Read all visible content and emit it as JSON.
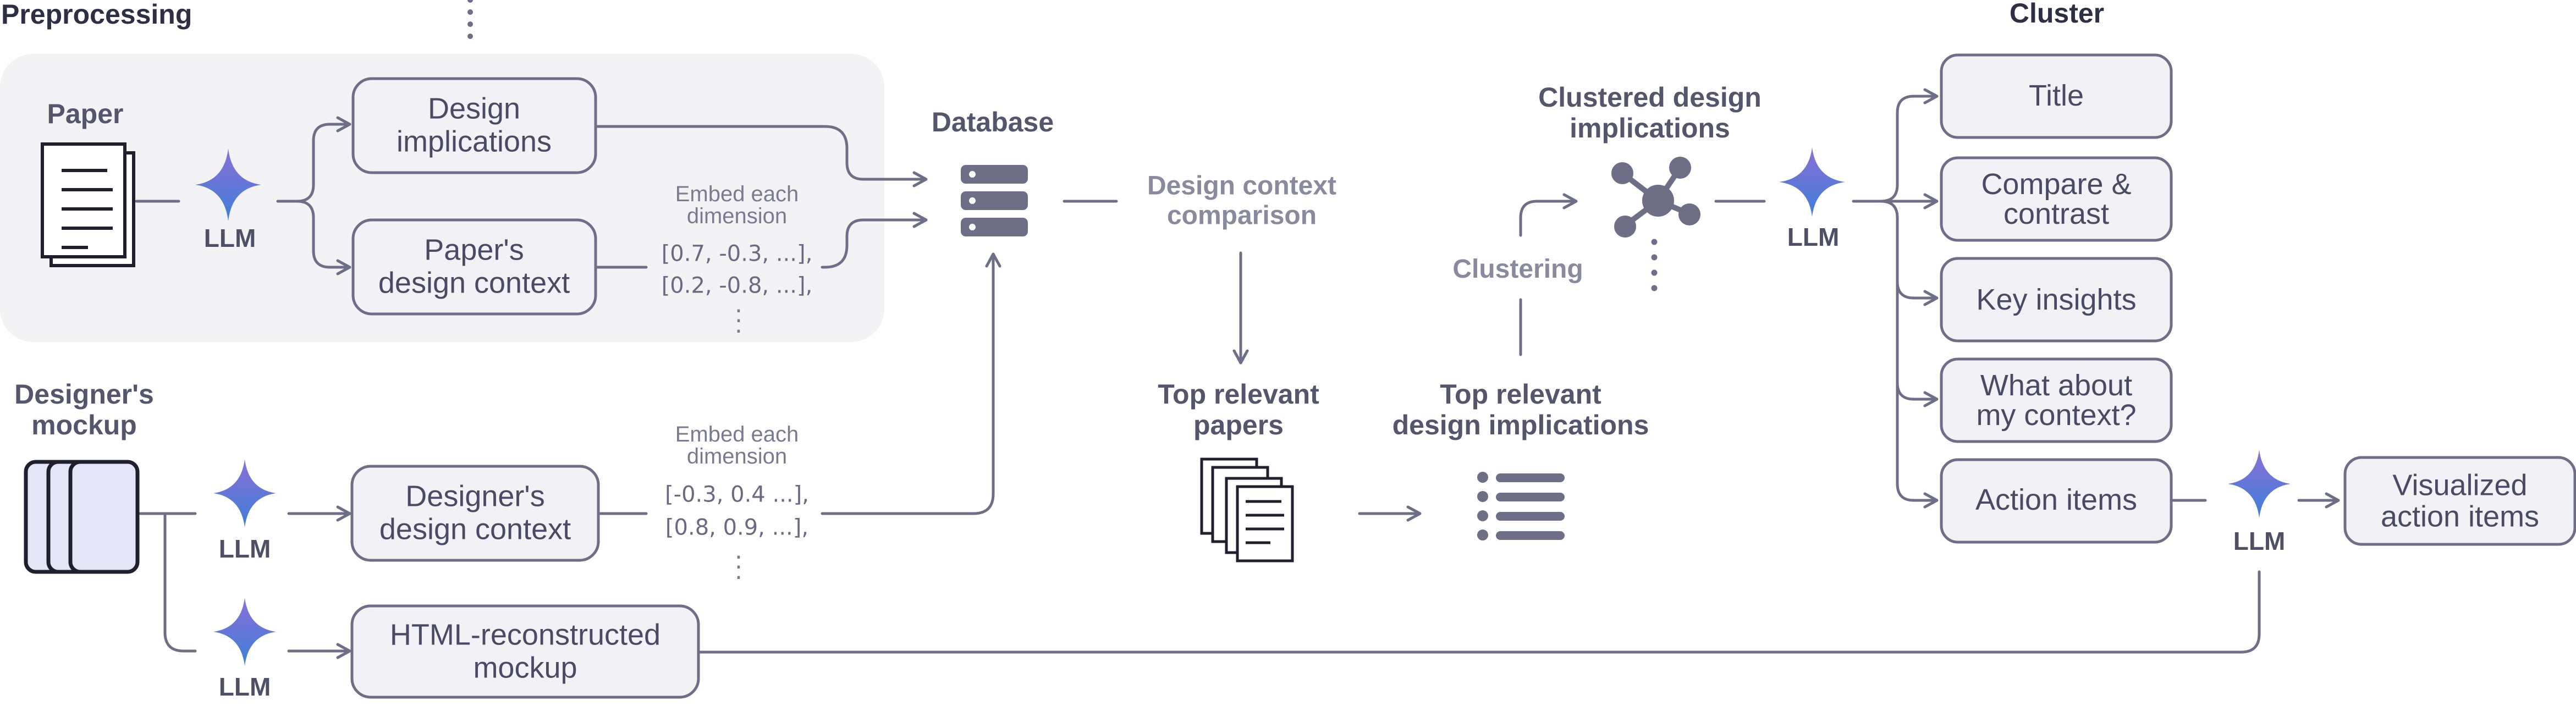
{
  "sections": {
    "preprocessing": "Preprocessing",
    "cluster": "Cluster"
  },
  "inputs": {
    "paper": "Paper",
    "designer_mockup": "Designer's\nmockup"
  },
  "llm_label": "LLM",
  "boxes": {
    "design_implications": "Design\nimplications",
    "papers_design_context": "Paper's\ndesign context",
    "designers_design_context": "Designer's\ndesign context",
    "html_mockup": "HTML-reconstructed\nmockup",
    "title": "Title",
    "compare_contrast": "Compare &\ncontrast",
    "key_insights": "Key insights",
    "what_about_context": "What about\nmy context?",
    "action_items": "Action items",
    "visualized_action_items": "Visualized\naction items"
  },
  "embed": {
    "paper_label": "Embed each\ndimension",
    "paper_vec_1": "[0.7, -0.3, ...],",
    "paper_vec_2": "[0.2, -0.8, ...],",
    "designer_label": "Embed each\ndimension",
    "designer_vec_1": "[-0.3, 0.4 ...],",
    "designer_vec_2": "[0.8, 0.9, ...],"
  },
  "nodes": {
    "database": "Database",
    "design_context_comparison": "Design context\ncomparison",
    "top_relevant_papers": "Top relevant\npapers",
    "top_relevant_implications": "Top relevant\ndesign implications",
    "clustering": "Clustering",
    "clustered_implications": "Clustered design\nimplications"
  },
  "colors": {
    "stroke": "#6e6e86",
    "box_fill": "#f1f1f6",
    "region_fill": "#f3f3f5",
    "dark": "#1f1f2e",
    "mockup_fill": "#e4e5f7",
    "icon_grey": "#6e6e86",
    "sparkle_top": "#8a6fd6",
    "sparkle_bottom": "#3d7fd9"
  }
}
